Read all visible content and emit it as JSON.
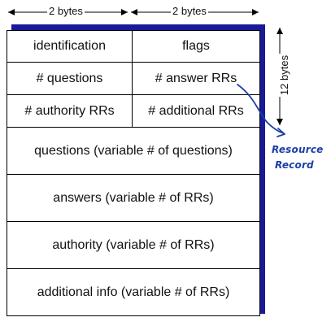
{
  "top_dimension": {
    "left_label": "2 bytes",
    "right_label": "2 bytes"
  },
  "side_dimension": {
    "label": "12 bytes"
  },
  "header_rows": [
    [
      "identification",
      "flags"
    ],
    [
      "# questions",
      "# answer RRs"
    ],
    [
      "# authority RRs",
      "# additional RRs"
    ]
  ],
  "sections": [
    "questions (variable # of questions)",
    "answers (variable # of RRs)",
    "authority (variable # of RRs)",
    "additional info (variable # of RRs)"
  ],
  "annotation": {
    "line1": "Resource",
    "line2": "Record"
  },
  "colors": {
    "shadow": "#1a1a99",
    "annotation": "#1b3fa8"
  }
}
